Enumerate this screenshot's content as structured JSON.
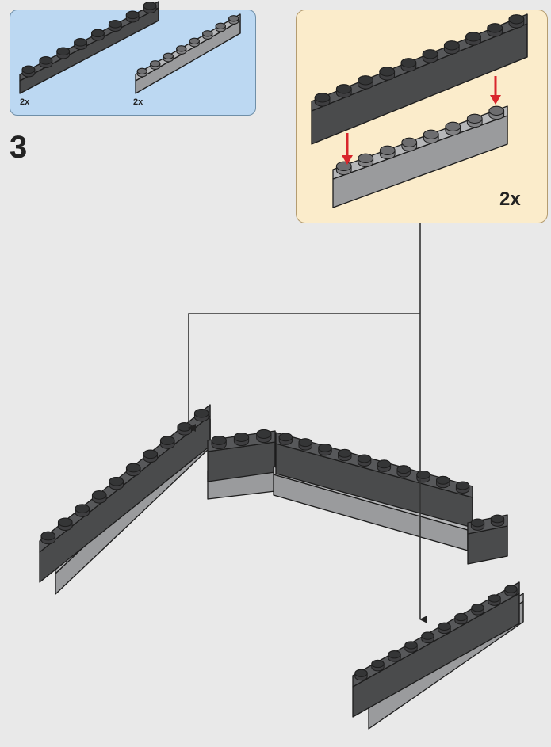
{
  "step": {
    "number": "3"
  },
  "parts": [
    {
      "color": "dark-gray",
      "qty": "2x"
    },
    {
      "color": "light-gray",
      "qty": "2x"
    }
  ],
  "subassembly": {
    "multiplier": "2x"
  },
  "colors": {
    "parts_panel_bg": "#bcd8f2",
    "sub_panel_bg": "#fbeccb",
    "page_bg": "#e9e9e9",
    "dark_brick": "#5f6062",
    "light_brick": "#c6c7c9",
    "arrow_red": "#d8262c",
    "callout_line": "#333333"
  }
}
